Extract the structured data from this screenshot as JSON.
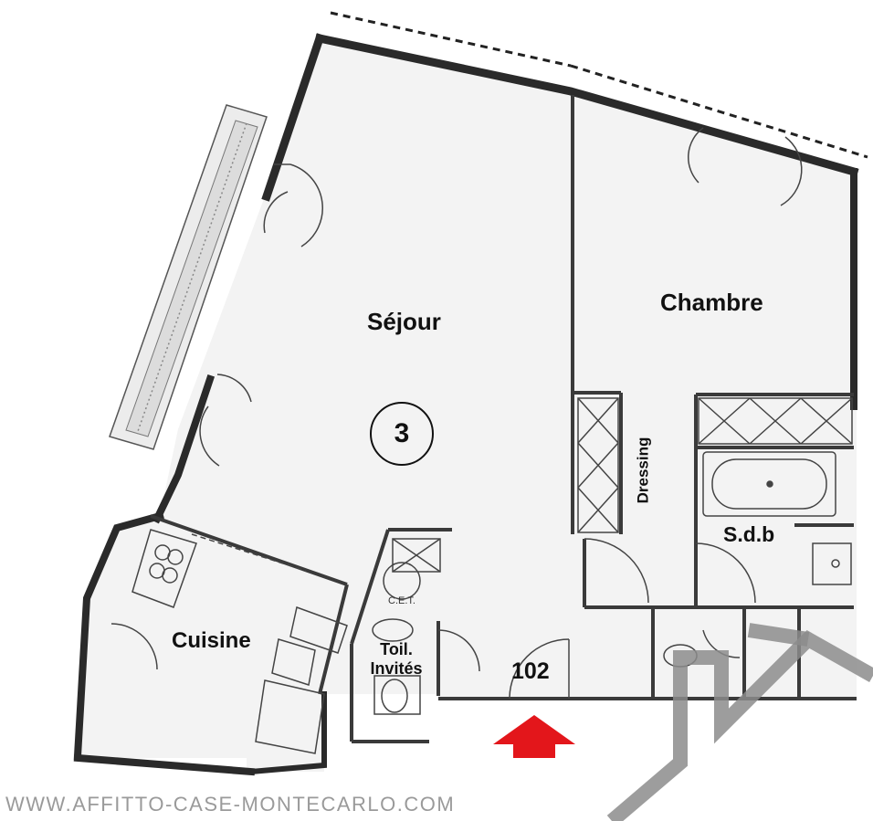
{
  "plan": {
    "apartment_number": "3",
    "unit_number": "102",
    "rooms": {
      "sejour": "Séjour",
      "chambre": "Chambre",
      "cuisine": "Cuisine",
      "sdb": "S.d.b",
      "dressing": "Dressing",
      "toilet_line1": "Toil.",
      "toilet_line2": "Invités",
      "cet": "C.E.T."
    },
    "entrance_arrow_color": "#e3161b"
  },
  "watermark": "WWW.AFFITTO-CASE-MONTECARLO.COM"
}
